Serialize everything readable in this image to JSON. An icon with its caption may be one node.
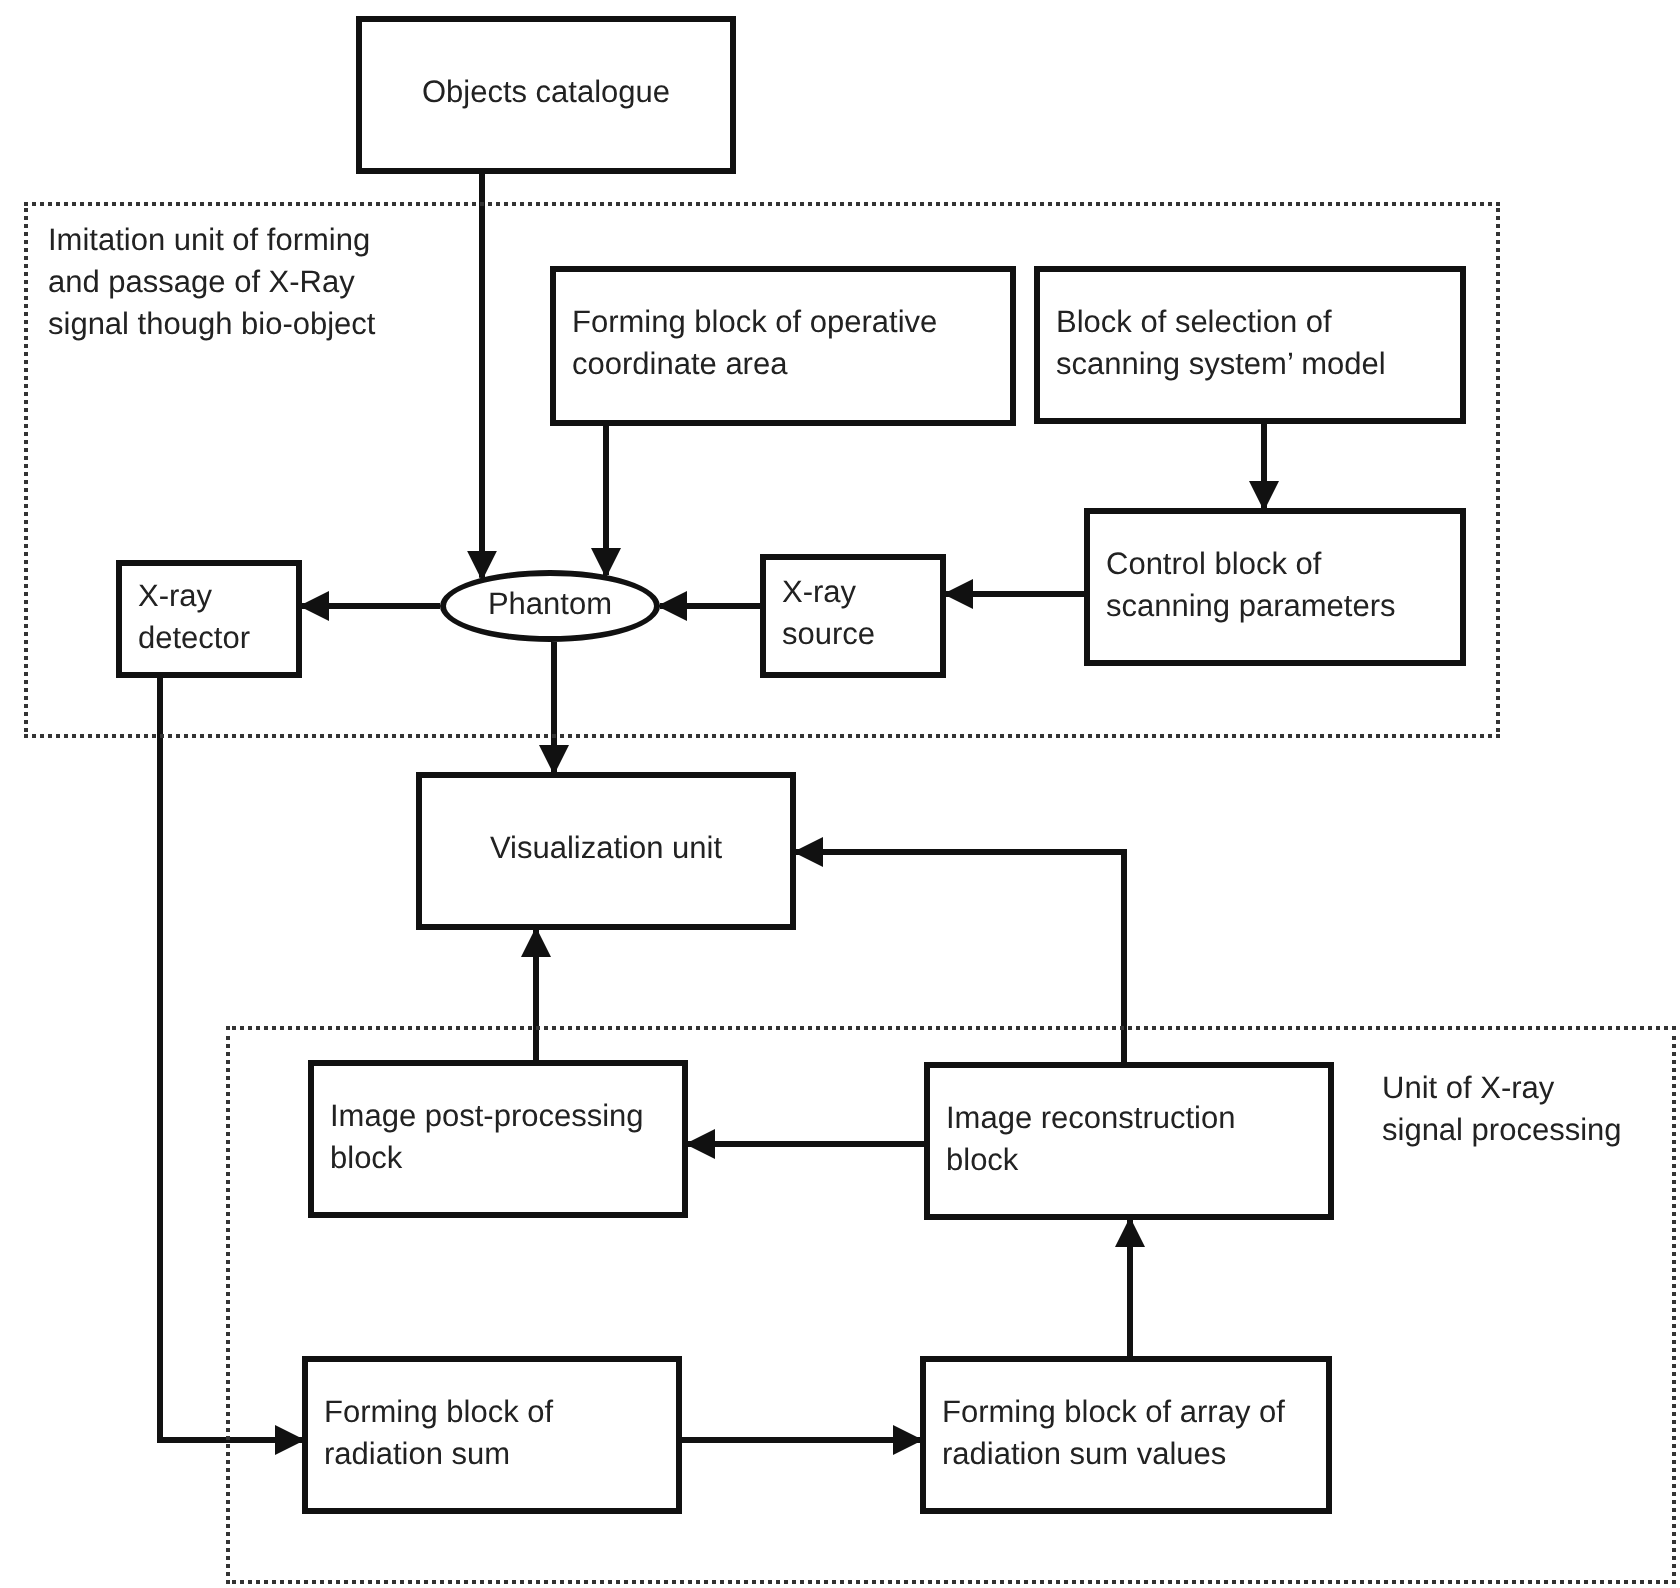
{
  "diagram": {
    "nodes": [
      {
        "text": [
          "Objects catalogue"
        ]
      },
      {
        "text": [
          "Imitation unit of forming and passage of X-Ray signal though bio-object"
        ]
      },
      {
        "text": [
          "Forming block of operative coordinate area"
        ],
        "in": 1
      },
      {
        "text": [
          "Block of selection of scanning system’ model"
        ],
        "in": 1
      },
      {
        "text": [
          "X-ray detector"
        ],
        "in": 1
      },
      {
        "text": [
          "Phantom"
        ],
        "in": 1
      },
      {
        "text": [
          "X-ray source"
        ],
        "in": 1
      },
      {
        "text": [
          "Control block of scanning parameters"
        ],
        "in": 1
      },
      {
        "text": [
          "Visualization unit"
        ]
      },
      {
        "text": [
          "Unit of X-ray signal processing"
        ]
      },
      {
        "text": [
          "Image post-processing block"
        ],
        "in": 9
      },
      {
        "text": [
          "Image reconstruction block"
        ],
        "in": 9
      },
      {
        "text": [
          "Forming block of radiation sum"
        ],
        "in": 9
      },
      {
        "text": [
          "Forming block of array of radiation sum values"
        ],
        "in": 9
      }
    ],
    "edges": [
      {
        "from": 0,
        "to": 5,
        "arrow": "to"
      },
      {
        "from": 2,
        "to": 5,
        "arrow": "to"
      },
      {
        "from": 3,
        "to": 7,
        "arrow": "to"
      },
      {
        "from": 7,
        "to": 6,
        "arrow": "to"
      },
      {
        "from": 6,
        "to": 5,
        "arrow": "to"
      },
      {
        "from": 5,
        "to": 4,
        "arrow": "to"
      },
      {
        "from": 5,
        "to": 8,
        "arrow": "to"
      },
      {
        "from": 4,
        "to": 12,
        "arrow": "to"
      },
      {
        "from": 12,
        "to": 13,
        "arrow": "to"
      },
      {
        "from": 13,
        "to": 11,
        "arrow": "to"
      },
      {
        "from": 11,
        "to": 10,
        "arrow": "to"
      },
      {
        "from": 10,
        "to": 8,
        "arrow": "to"
      },
      {
        "from": 11,
        "to": 8,
        "arrow": "to"
      }
    ]
  }
}
